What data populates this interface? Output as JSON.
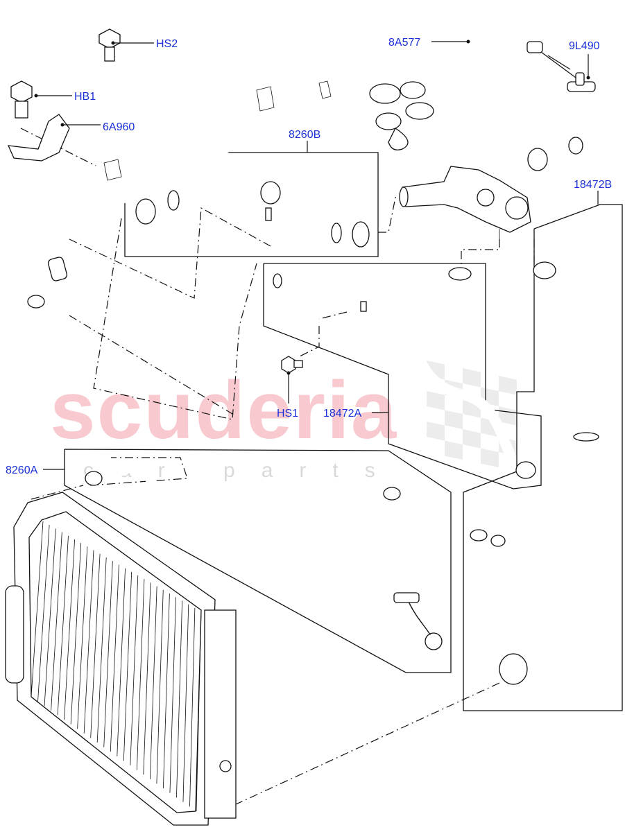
{
  "callouts": {
    "hs2": "HS2",
    "hb1": "HB1",
    "6a960": "6A960",
    "8260b": "8260B",
    "8a577": "8A577",
    "9l490": "9L490",
    "18472b": "18472B",
    "hs1": "HS1",
    "18472a": "18472A",
    "8260a": "8260A"
  },
  "watermark": {
    "brand": "scuderia",
    "tagline": "car parts"
  },
  "colors": {
    "callout_text": "#1a2fd6",
    "line_art": "#111111",
    "watermark_brand": "#f6b9bf",
    "watermark_tagline": "#d9d9d9"
  }
}
